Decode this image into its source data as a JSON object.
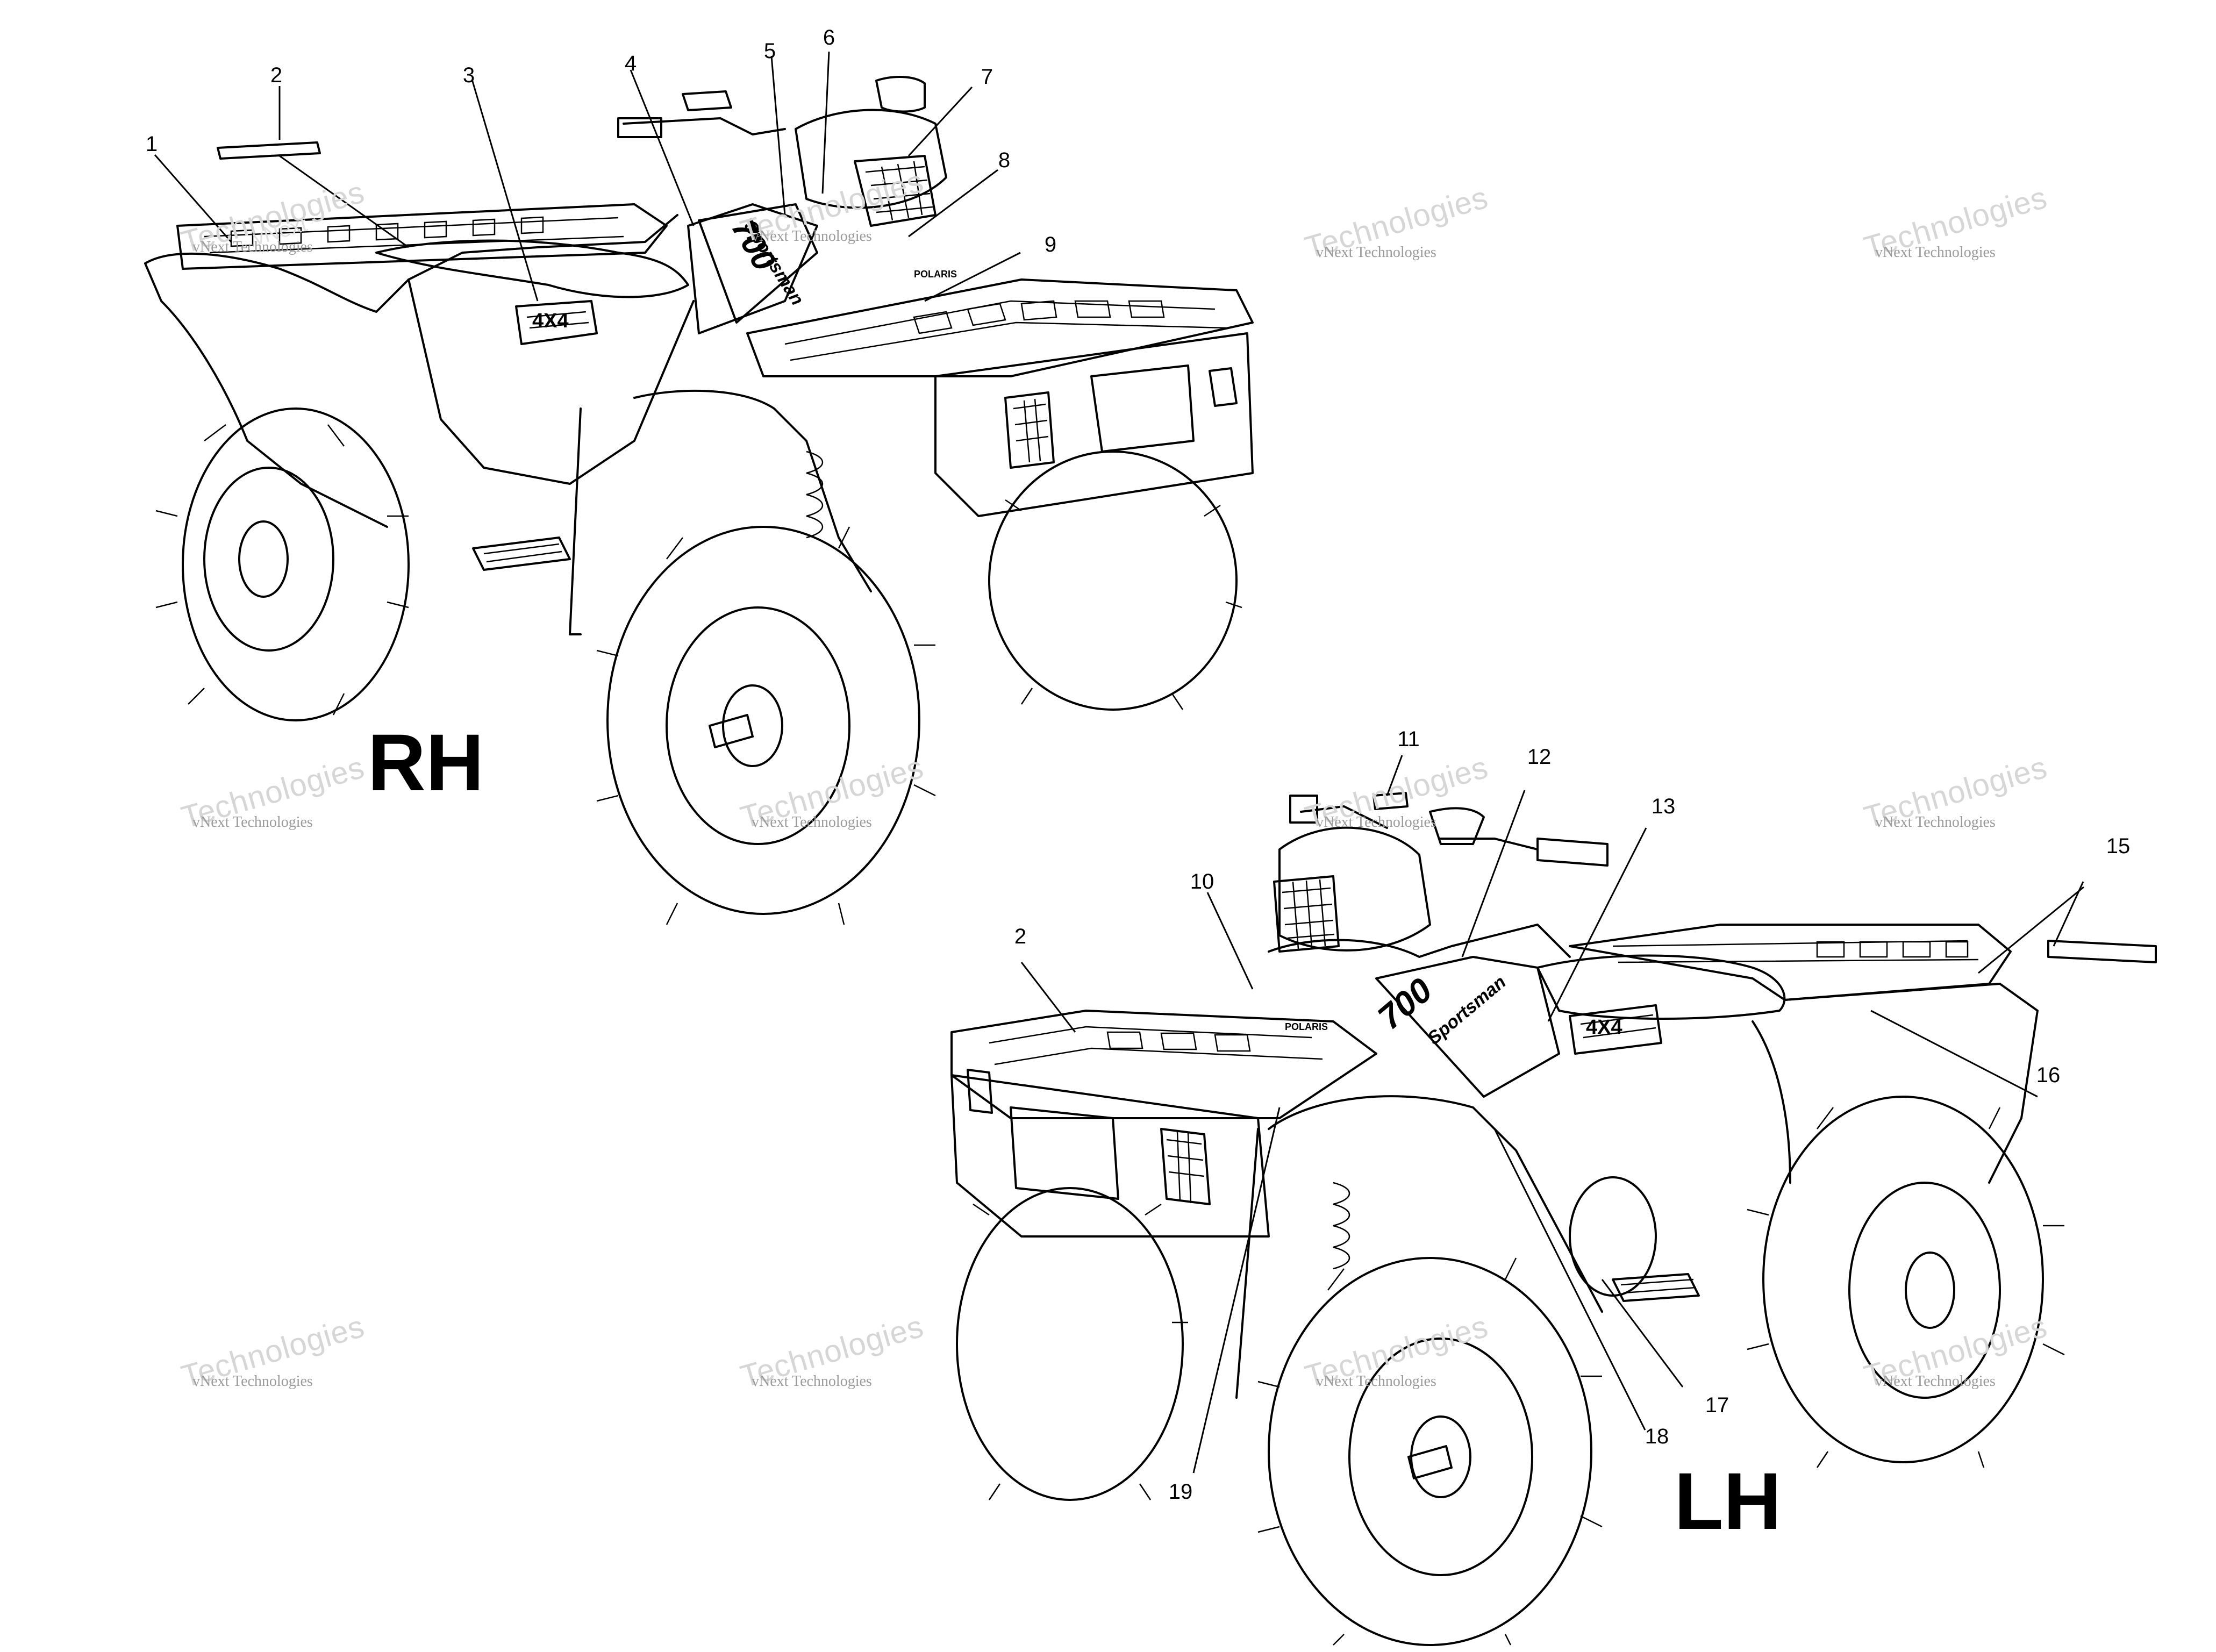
{
  "views": {
    "right": {
      "label": "RH"
    },
    "left": {
      "label": "LH"
    }
  },
  "callouts": [
    "1",
    "2",
    "3",
    "4",
    "5",
    "6",
    "7",
    "8",
    "9",
    "10",
    "11",
    "12",
    "13",
    "2",
    "15",
    "16",
    "17",
    "18",
    "19"
  ],
  "decal_text": {
    "model": "700",
    "name": "Sportsman",
    "badge": "4X4",
    "brand": "POLARIS"
  },
  "watermark": {
    "line1": "vNext",
    "line2": "Technologies",
    "caption": "vNext Technologies"
  }
}
